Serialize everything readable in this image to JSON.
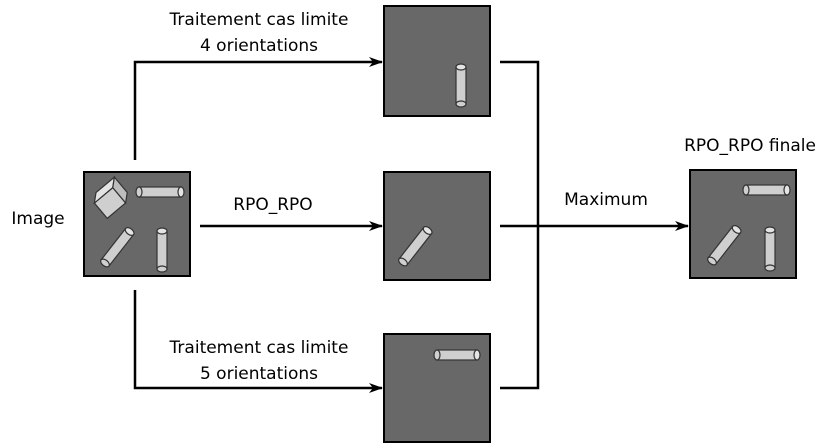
{
  "labels": {
    "input": "Image",
    "top_branch_line1": "Traitement cas limite",
    "top_branch_line2": "4 orientations",
    "middle_branch": "RPO_RPO",
    "bottom_branch_line1": "Traitement cas limite",
    "bottom_branch_line2": "5 orientations",
    "merge": "Maximum",
    "output": "RPO_RPO finale"
  },
  "colors": {
    "panel_fill": "#686868",
    "panel_border": "#000000",
    "cylinder_fill": "#cfcfcf",
    "cylinder_cap": "#e4e4e4",
    "arrow": "#000000"
  }
}
